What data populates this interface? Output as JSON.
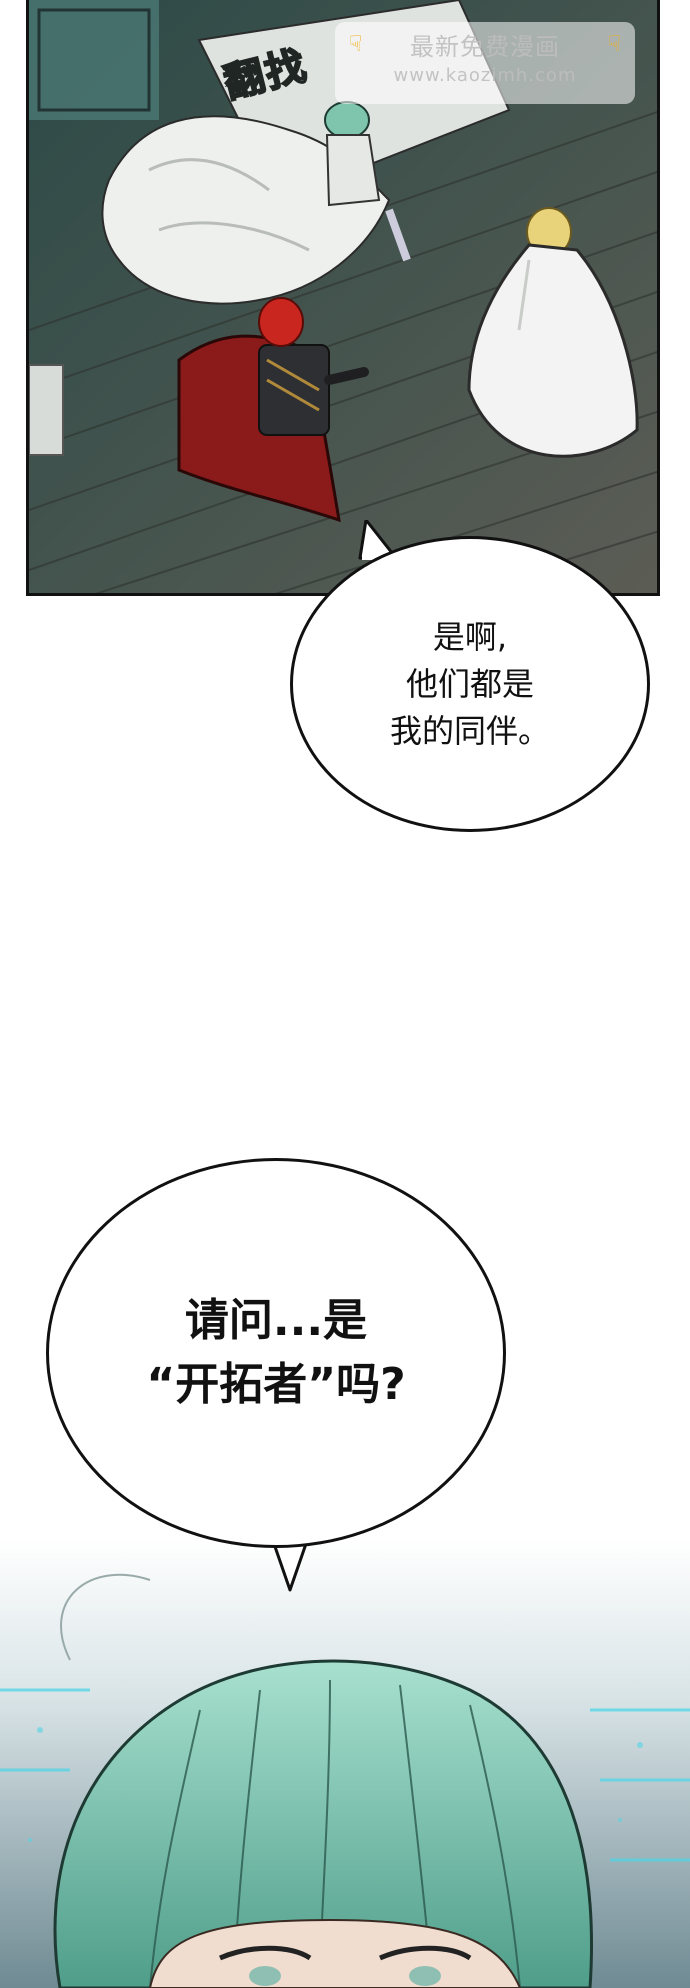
{
  "watermark": {
    "title": "最新免费漫画",
    "url": "www.kaozimh.com",
    "icon": "pointing-hand-icon"
  },
  "panel_top": {
    "sound_effect": "翻找"
  },
  "bubbles": [
    {
      "lines": [
        "是啊,",
        "他们都是",
        "我的同伴。"
      ]
    },
    {
      "lines": [
        "请问...是",
        "“开拓者”吗?"
      ]
    }
  ],
  "colors": {
    "floor": "#4a4e47",
    "wall": "#3a5a58",
    "sheet": "#e9ecea",
    "red_cloak": "#8b1a1a",
    "green_hair": "#7fc4ad",
    "blonde_hair": "#e8d27a",
    "glow": "#4fd6e6"
  }
}
